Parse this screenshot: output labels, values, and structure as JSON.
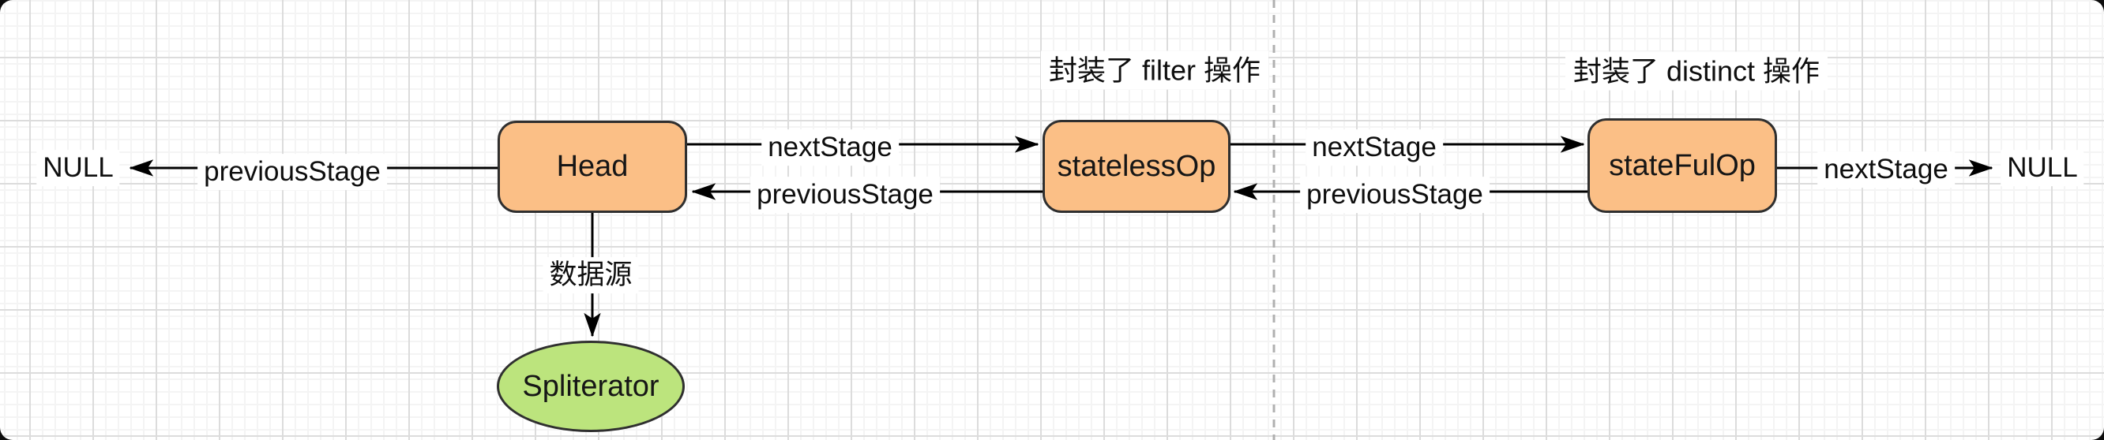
{
  "diagram": {
    "terminals": {
      "left": "NULL",
      "right": "NULL"
    },
    "nodes": {
      "head": {
        "label": "Head"
      },
      "stateless": {
        "label": "statelessOp"
      },
      "stateful": {
        "label": "stateFulOp"
      },
      "spliterator": {
        "label": "Spliterator"
      }
    },
    "edge_labels": {
      "head_previous": "previousStage",
      "head_next": "nextStage",
      "stateless_previous": "previousStage",
      "stateless_next": "nextStage",
      "stateful_previous": "previousStage",
      "stateful_next": "nextStage",
      "datasource": "数据源"
    },
    "annotations": {
      "filter": "封装了 filter 操作",
      "distinct": "封装了 distinct 操作"
    },
    "colors": {
      "node_fill": "#fbbf86",
      "node_border": "#2f2f2f",
      "ellipse_fill": "#bce47d",
      "arrow": "#000000",
      "divider": "#b0b0b0"
    }
  }
}
